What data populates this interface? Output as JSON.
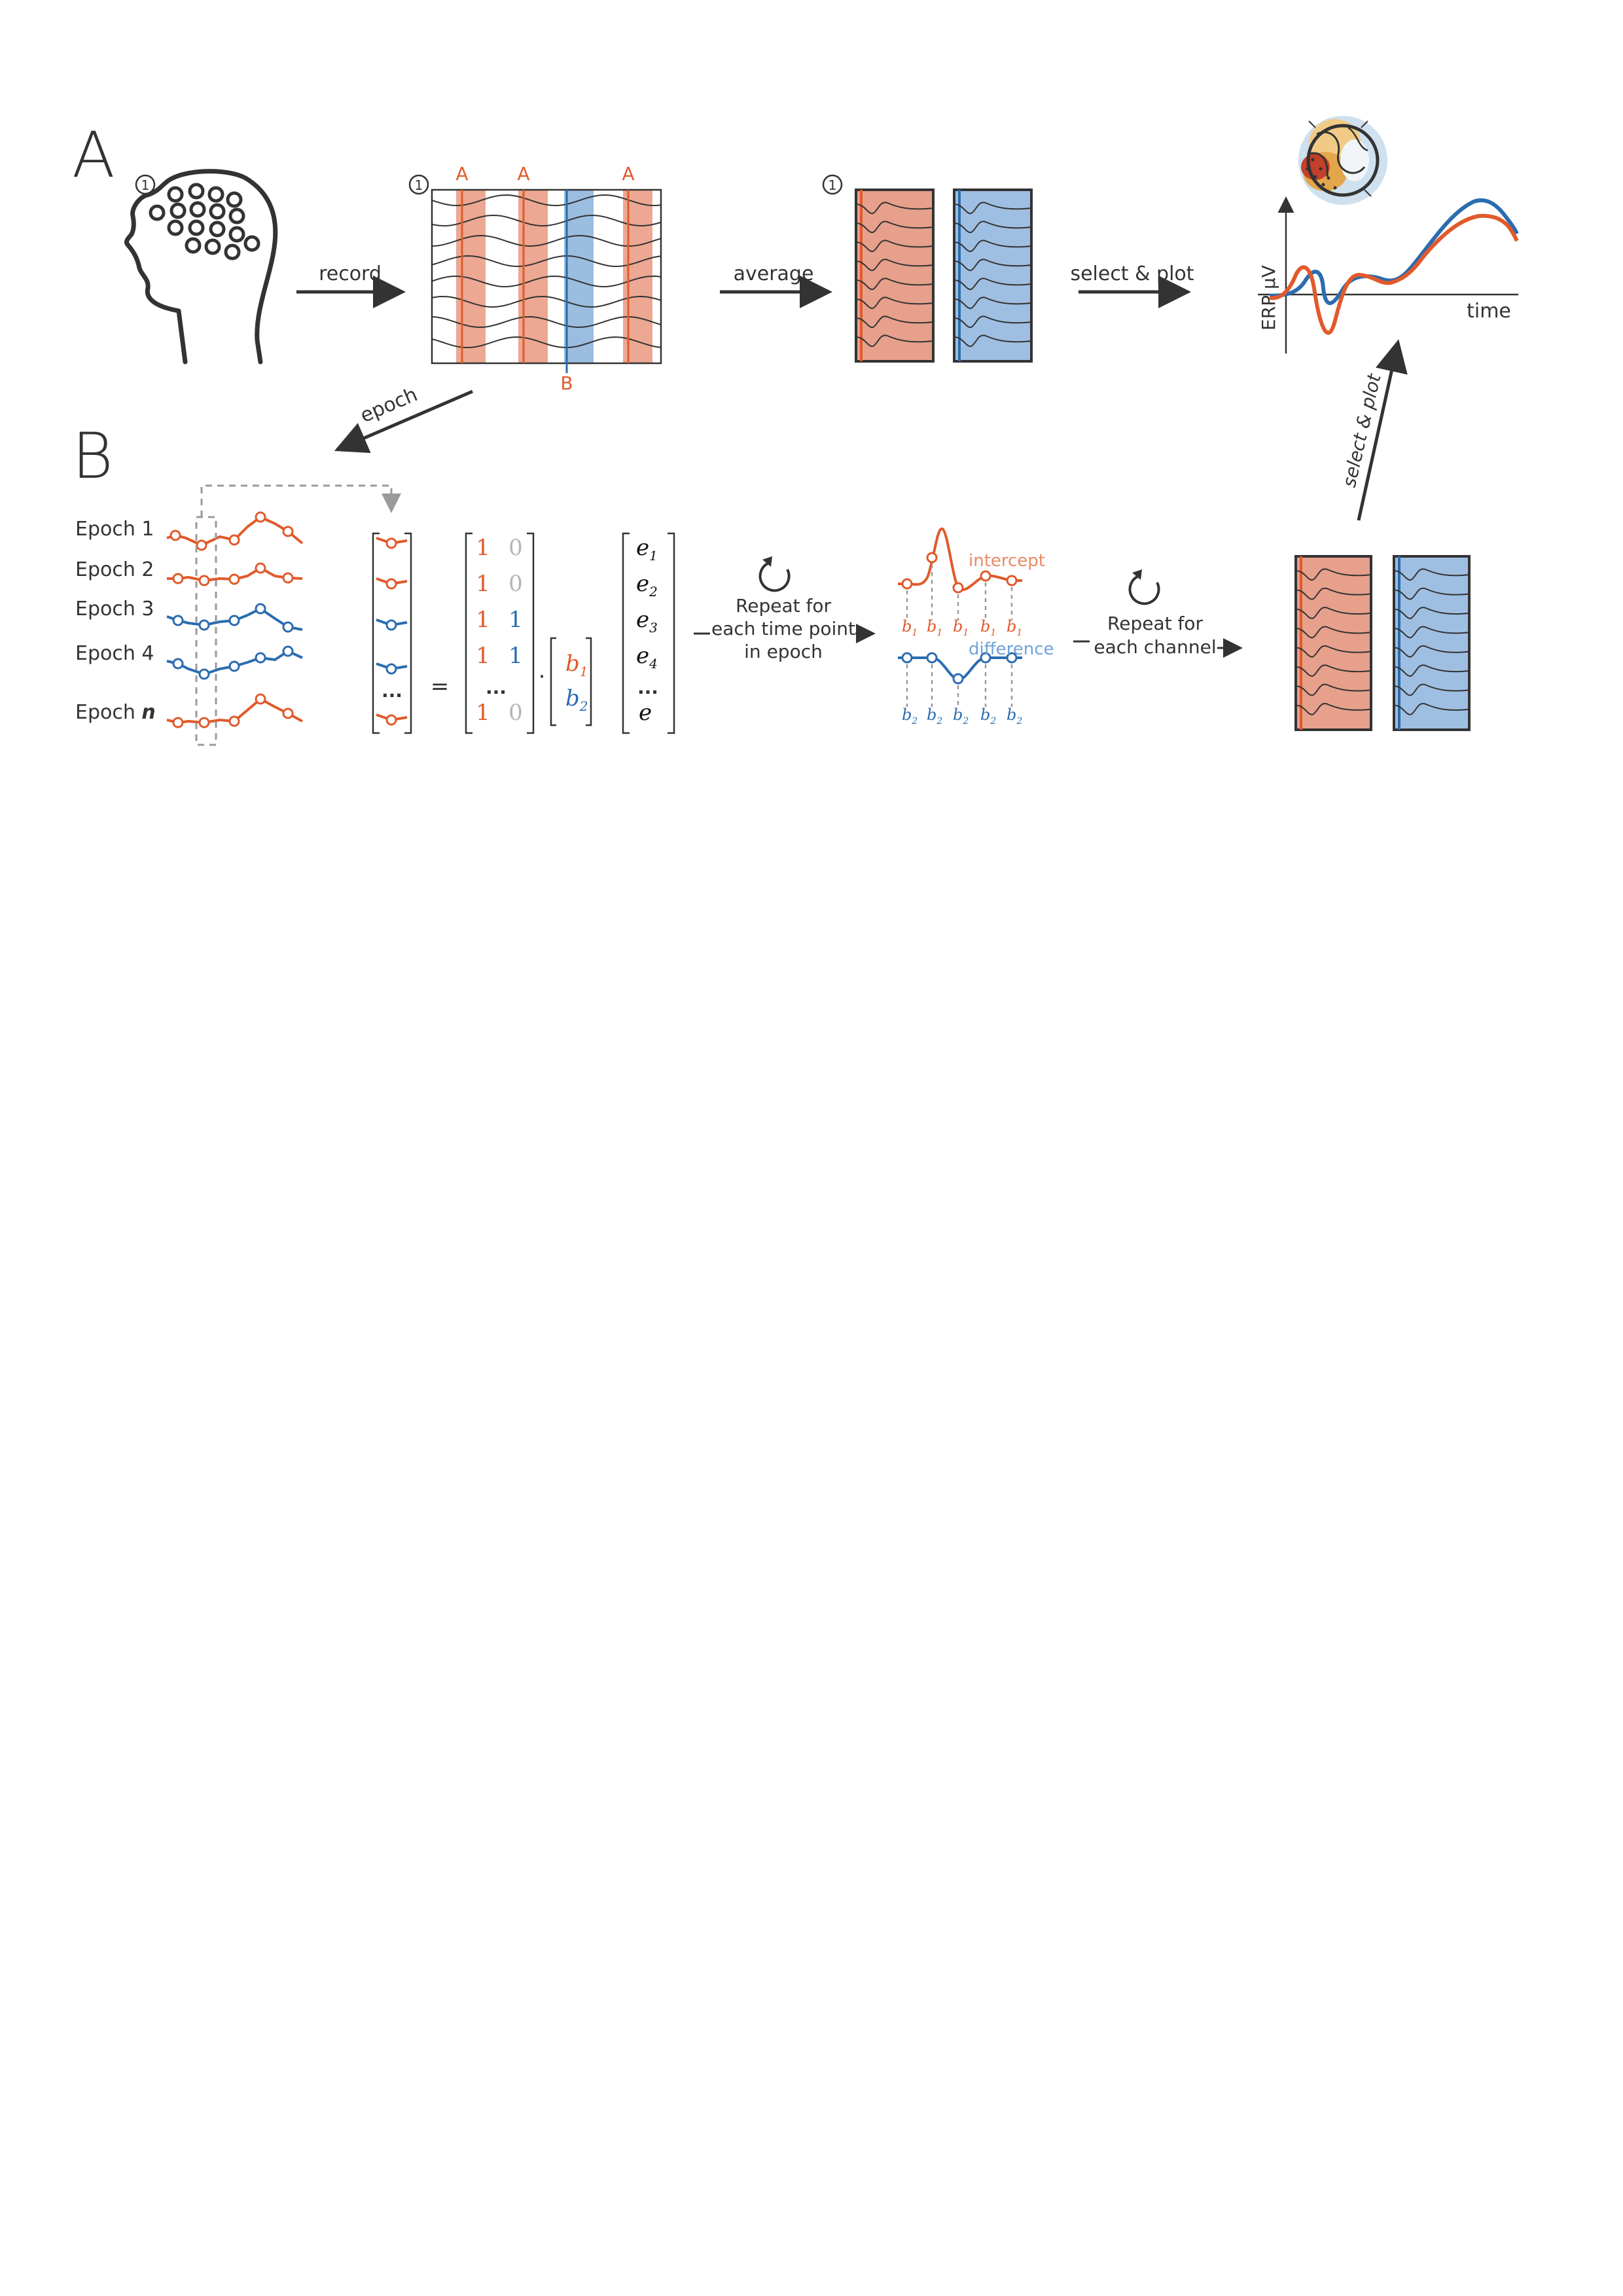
{
  "colors": {
    "red": "#e05a2b",
    "blue": "#2b6cb0",
    "red_fill": "#eca893",
    "blue_fill": "#9bbde0",
    "red_panel": "#e6a08c",
    "blue_panel": "#9fbfe2",
    "ink": "#333333",
    "grey": "#9a9a9a",
    "light_blue_text": "#6fa3d8"
  },
  "icons": [
    "head-electrodes-icon",
    "repeat-arrow-icon",
    "topography-map-icon"
  ],
  "panel_a": {
    "label": "A",
    "channel_marker": "1",
    "event_a": "A",
    "event_b": "B",
    "record_label": "record",
    "average_label": "average",
    "select_plot_label": "select & plot",
    "erp_ylabel": "ERP µV",
    "erp_xlabel": "time"
  },
  "panel_b": {
    "label": "B",
    "epoch_arrow_label": "epoch",
    "epochs": [
      "Epoch 1",
      "Epoch 2",
      "Epoch 3",
      "Epoch 4"
    ],
    "epoch_last_prefix": "Epoch",
    "epoch_last_n": "n",
    "equals": "=",
    "dots": "...",
    "dot_op": "·",
    "design_col1": [
      "1",
      "1",
      "1",
      "1",
      "1"
    ],
    "design_col2": [
      "0",
      "0",
      "1",
      "1",
      "0"
    ],
    "beta": "b",
    "beta_sub": [
      "1",
      "2"
    ],
    "error": "e",
    "error_sub": [
      "1",
      "2",
      "3",
      "4"
    ],
    "repeat_time": [
      "Repeat for",
      "each time point",
      "in epoch"
    ],
    "intercept_label": "intercept",
    "difference_label": "difference",
    "repeat_channel": [
      "Repeat for",
      "each channel"
    ],
    "select_plot_vertical": "select & plot"
  }
}
